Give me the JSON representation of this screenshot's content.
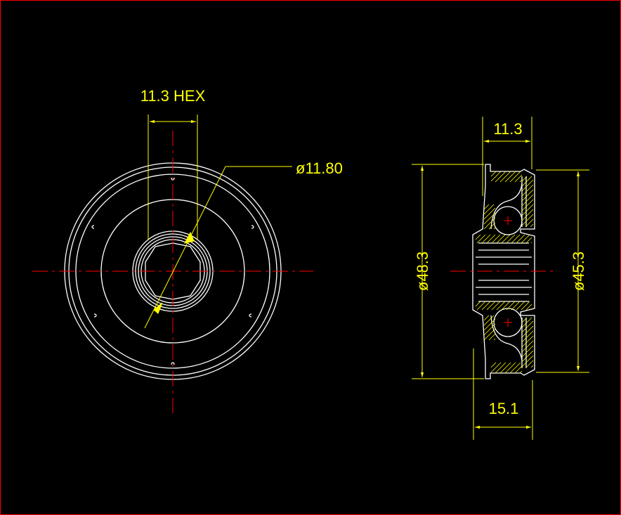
{
  "drawing": {
    "front_view": {
      "hex_dimension": "11.3 HEX",
      "bore_diameter": "ø11.80"
    },
    "section_view": {
      "width_top": "11.3",
      "outer_diameter": "ø48.3",
      "inner_diameter": "ø45.3",
      "overall_width": "15.1"
    }
  },
  "colors": {
    "outline": "#ffffff",
    "dimension": "#ffff00",
    "centerline": "#ff0000",
    "background": "#000000"
  }
}
